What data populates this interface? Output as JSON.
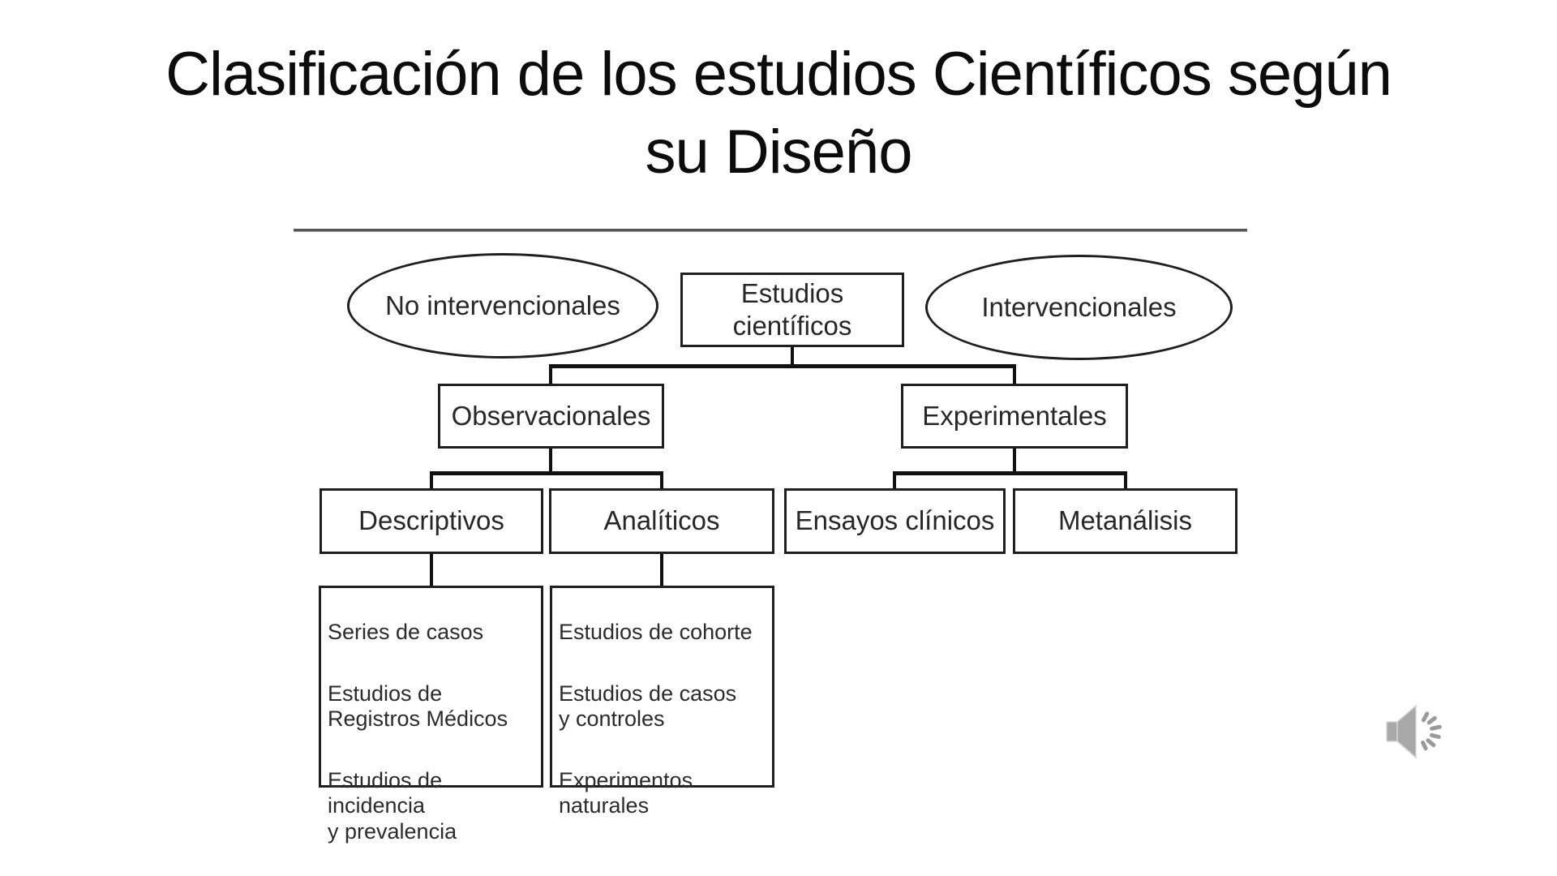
{
  "title": {
    "line1": "Clasificación de los estudios Científicos según",
    "line2": "su Diseño"
  },
  "diagram": {
    "root": "Estudios\ncientíficos",
    "ellipses": {
      "left": "No intervencionales",
      "right": "Intervencionales"
    },
    "branches": {
      "observacionales": "Observacionales",
      "experimentales": "Experimentales"
    },
    "leaves": {
      "descriptivos": "Descriptivos",
      "analiticos": "Analíticos",
      "ensayos_clinicos": "Ensayos clínicos",
      "metanalisis": "Metanálisis"
    },
    "descriptivos_items": [
      "Series de casos",
      "Estudios de\nRegistros Médicos",
      "Estudios de incidencia\ny prevalencia"
    ],
    "analiticos_items": [
      "Estudios de cohorte",
      "Estudios de casos\ny controles",
      "Experimentos\nnaturales"
    ]
  },
  "icons": {
    "audio": "audio-speaker-icon"
  },
  "colors": {
    "background": "#ffffff",
    "title_text": "#0c0c0c",
    "diagram_text": "#272727",
    "diagram_border": "#1f1f1f",
    "connector": "#111111",
    "divider": "#565656",
    "speaker_fill": "#a8a8a8",
    "speaker_waves": "#9a9a9a"
  }
}
